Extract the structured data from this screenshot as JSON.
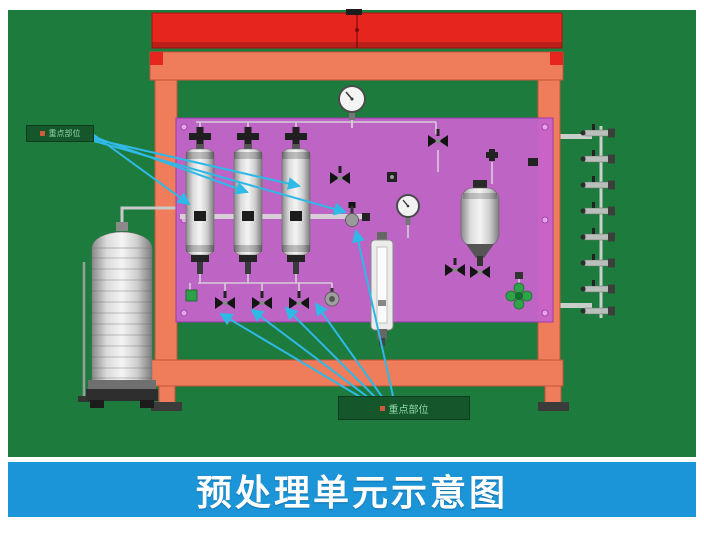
{
  "figure": {
    "caption": "预处理单元示意图"
  },
  "annotations": {
    "top_label": "重点部位",
    "bottom_label": "重点部位"
  },
  "palette": {
    "scene_background": "#1e7b3e",
    "top_beam_red": "#e6251e",
    "frame_orange": "#ef7d5b",
    "panel_magenta": "#c663cc",
    "vessel_silver": "#d8d8d8",
    "arrow_cyan": "#2fb9e6",
    "valve_green": "#2fa34a",
    "caption_banner_blue": "#1b94d8",
    "annotation_box_green": "#15562b",
    "annotation_text_green": "#8fd9a5"
  }
}
